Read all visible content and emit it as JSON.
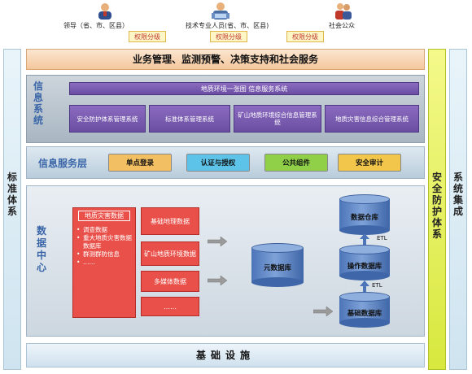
{
  "users": {
    "leader": "领导（省、市、区县）",
    "tech": "技术专业人员(省、市、区县)",
    "public": "社会公众",
    "perm_1": "权限分级",
    "perm_2": "权限分级",
    "perm_3": "权限分级"
  },
  "left_side": "标准体系",
  "right_side": "系统集成",
  "safety_side": "安全防护体系",
  "top_band": "业务管理、监测预警、决策支持和社会服务",
  "info_system": {
    "title": "信息系统",
    "header_box": "地质环境一张图 信息服务系统",
    "boxes": [
      "安全防护体系管理系统",
      "标准体系管理系统",
      "矿山地质环境综合信息管理系统",
      "地质灾害信息综合管理系统"
    ]
  },
  "service_layer": {
    "title": "信息服务层",
    "tags": [
      "单点登录",
      "认证与授权",
      "公共组件",
      "安全审计"
    ],
    "tag_colors": [
      "#f2bf62",
      "#5dc3e8",
      "#8fd048",
      "#f2c64a"
    ]
  },
  "data_center": {
    "title": "数据中心",
    "hazard_title": "地质灾害数据",
    "hazard_items": [
      "调查数据",
      "重大地质灾害数据数据库",
      "群测群防信息",
      "……"
    ],
    "red_boxes": [
      "基础地理数据",
      "矿山地质环境数据",
      "多媒体数据",
      "……"
    ],
    "meta_db": "元数据库",
    "warehouse": "数据仓库",
    "operational_db": "操作数据库",
    "base_db": "基础数据库",
    "etl_1": "ETL",
    "etl_2": "ETL"
  },
  "bottom": "基础设施"
}
